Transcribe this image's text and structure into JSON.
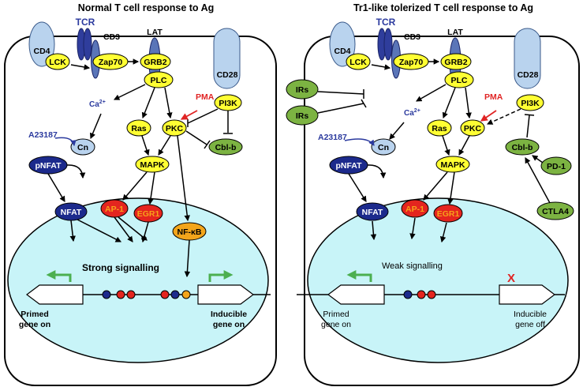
{
  "left_panel": {
    "title": "Normal T cell response to Ag",
    "receptors": {
      "cd4": "CD4",
      "tcr": "TCR",
      "cd3": "CD3",
      "lat": "LAT",
      "cd28": "CD28"
    },
    "nodes": {
      "lck": "LCK",
      "zap70": "Zap70",
      "grb2": "GRB2",
      "plc": "PLC",
      "pi3k": "PI3K",
      "pma": "PMA",
      "ca": "Ca",
      "ca_sup": "2+",
      "ras": "Ras",
      "pkc": "PKC",
      "a23187": "A23187",
      "cn": "Cn",
      "cblb": "Cbl-b",
      "pnfat": "pNFAT",
      "mapk": "MAPK",
      "nfat": "NFAT",
      "ap1": "AP-1",
      "egr1": "EGR1",
      "nfkb": "NF-κB"
    },
    "signal_text": "Strong signalling",
    "primed_gene": [
      "Primed",
      "gene on"
    ],
    "inducible_gene": [
      "Inducible",
      "gene on"
    ]
  },
  "right_panel": {
    "title": "Tr1-like tolerized T cell response to Ag",
    "receptors": {
      "cd4": "CD4",
      "tcr": "TCR",
      "cd3": "CD3",
      "lat": "LAT",
      "cd28": "CD28"
    },
    "nodes": {
      "lck": "LCK",
      "zap70": "Zap70",
      "grb2": "GRB2",
      "plc": "PLC",
      "pi3k": "PI3K",
      "irs1": "IRs",
      "irs2": "IRs",
      "pma": "PMA",
      "ca": "Ca",
      "ca_sup": "2+",
      "ras": "Ras",
      "pkc": "PKC",
      "a23187": "A23187",
      "cn": "Cn",
      "cblb": "Cbl-b",
      "pd1": "PD-1",
      "pnfat": "pNFAT",
      "mapk": "MAPK",
      "nfat": "NFAT",
      "ap1": "AP-1",
      "egr1": "EGR1",
      "ctla4": "CTLA4"
    },
    "signal_text": "Weak signalling",
    "blocked_mark": "X",
    "primed_gene": [
      "Primed",
      "gene on"
    ],
    "inducible_gene": [
      "Inducible",
      "gene off"
    ]
  },
  "colors": {
    "yellow_node": "#ffff33",
    "navy_node": "#1c2a8c",
    "red_node": "#e4251f",
    "orange_node": "#f3a51b",
    "green_node": "#7cb342",
    "receptor_blue": "#b9d3ee",
    "tcr_blue": "#2f3d9c",
    "nucleus": "#c8f4f8",
    "red_text": "#e02424",
    "blue_text": "#2b3a9e",
    "arrow_green": "#4caf50"
  }
}
